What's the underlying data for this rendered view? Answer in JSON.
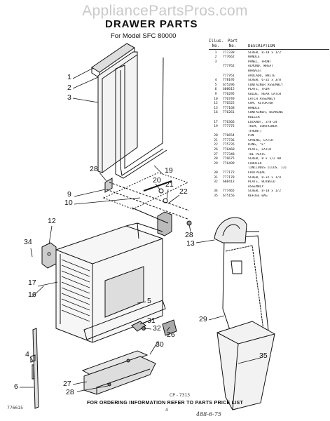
{
  "watermark": "AppliancePartsPros.com",
  "title": "DRAWER PARTS",
  "subtitle": "For Model SFC 80000",
  "parts_header": {
    "col1_top": "Illus.",
    "col1_bottom": "No.",
    "col2_top": "Part",
    "col2_bottom": "No.",
    "col3": "DESCRIPTION"
  },
  "parts": [
    {
      "illus": "1",
      "part": "777338",
      "desc": "SCREW, 8-18 x 1/2"
    },
    {
      "illus": "2",
      "part": "777662",
      "desc": "HANDLE"
    },
    {
      "illus": "3",
      "part": "",
      "desc": "PANEL, FRONT"
    },
    {
      "illus": "",
      "part": "777762",
      "desc": "ALMOND, WHEAT"
    },
    {
      "illus": "",
      "part": "",
      "desc": "HARVEST"
    },
    {
      "illus": "",
      "part": "777761",
      "desc": "AVOCADO, WHITE"
    },
    {
      "illus": "4",
      "part": "778195",
      "desc": "SCREW, 6-32 x 3/8"
    },
    {
      "illus": "5",
      "part": "675296",
      "desc": "CONTAINER ASSEMBLY"
    },
    {
      "illus": "6",
      "part": "608015",
      "desc": "PLATE, TRIM"
    },
    {
      "illus": "9",
      "part": "776295",
      "desc": "GUIDE, REAR LATCH"
    },
    {
      "illus": "10",
      "part": "776749",
      "desc": "LATCH ASSEMBLY"
    },
    {
      "illus": "12",
      "part": "776525",
      "desc": "CAM, ACTUATOR"
    },
    {
      "illus": "13",
      "part": "777168",
      "desc": "HANDLE"
    },
    {
      "illus": "16",
      "part": "776261",
      "desc": "CONTAINER, BEARING"
    },
    {
      "illus": "",
      "part": "",
      "desc": "ROLLER"
    },
    {
      "illus": "17",
      "part": "776366",
      "desc": "LOCKNUT, 3/8-24"
    },
    {
      "illus": "19",
      "part": "777775",
      "desc": "TRIM, CONTAINER"
    },
    {
      "illus": "",
      "part": "",
      "desc": "(FRONT)"
    },
    {
      "illus": "20",
      "part": "776654",
      "desc": "PIN"
    },
    {
      "illus": "21",
      "part": "777736",
      "desc": "SPRING, LATCH"
    },
    {
      "illus": "22",
      "part": "775735",
      "desc": "RING, \"E\""
    },
    {
      "illus": "26",
      "part": "776460",
      "desc": "PLATE, LATCH"
    },
    {
      "illus": "27",
      "part": "777348",
      "desc": "TOE PLATE"
    },
    {
      "illus": "28",
      "part": "776675",
      "desc": "SCREW, 8 x 1/2 AB"
    },
    {
      "illus": "29",
      "part": "776499",
      "desc": "CARRIER"
    },
    {
      "illus": "",
      "part": "",
      "desc": "(INCLUDES ILLUS. 13)"
    },
    {
      "illus": "30",
      "part": "777172",
      "desc": "FOOTPEDAL"
    },
    {
      "illus": "31",
      "part": "777178",
      "desc": "SCREW, 8-32 x 1/4"
    },
    {
      "illus": "32",
      "part": "608413",
      "desc": "PLATE, BUTWELD"
    },
    {
      "illus": "",
      "part": "",
      "desc": "ASSEMBLY"
    },
    {
      "illus": "34",
      "part": "777465",
      "desc": "SCREW, 8-18 x 1/2"
    },
    {
      "illus": "35",
      "part": "675156",
      "desc": "REFUSE BAG"
    }
  ],
  "callouts": {
    "c1": "1",
    "c2": "2",
    "c3": "3",
    "c28a": "28",
    "c19": "19",
    "c9": "9",
    "c10": "10",
    "c20": "20",
    "c21": "21",
    "c22": "22",
    "c28b": "28",
    "c13": "13",
    "c12": "12",
    "c34": "34",
    "c17": "17",
    "c16": "16",
    "c5": "5",
    "c4": "4",
    "c31": "31",
    "c32": "32",
    "c26": "26",
    "c29": "29",
    "c30": "30",
    "c35": "35",
    "c27": "27",
    "c28c": "28",
    "c6": "6"
  },
  "figure_code": "CP - 7313",
  "footer_note": "FOR ORDERING INFORMATION REFER TO PARTS PRICE LIST",
  "page_number": "4",
  "left_code": "776615",
  "handwritten": "488-6-75"
}
